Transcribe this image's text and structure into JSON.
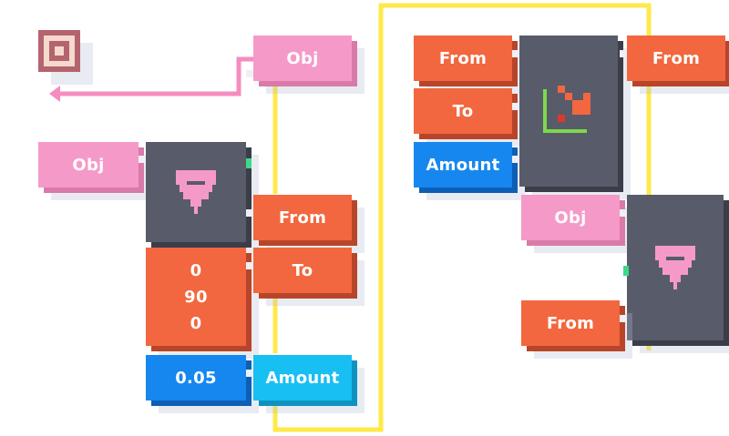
{
  "blocks": {
    "obj_top": "Obj",
    "obj_left": "Obj",
    "from_mid": "From",
    "to_mid": "To",
    "vec_line1": "0",
    "vec_line2": "90",
    "vec_line3": "0",
    "speed": "0.05",
    "amount_mid": "Amount",
    "from_right": "From",
    "to_right": "To",
    "amount_right": "Amount",
    "from_out": "From",
    "obj_right": "Obj",
    "from_bottom": "From"
  },
  "colors": {
    "obj": "#f59ac8",
    "value": "#f2673f",
    "amount": "#1787f0",
    "amount_alt": "#18bff3",
    "operator": "#585b6a",
    "wire_pink": "#f58cc0",
    "wire_yellow": "#ffe94a"
  },
  "icons": {
    "target": "target-icon",
    "shield": "shield-down-icon",
    "lerp": "lerp-chart-icon"
  }
}
